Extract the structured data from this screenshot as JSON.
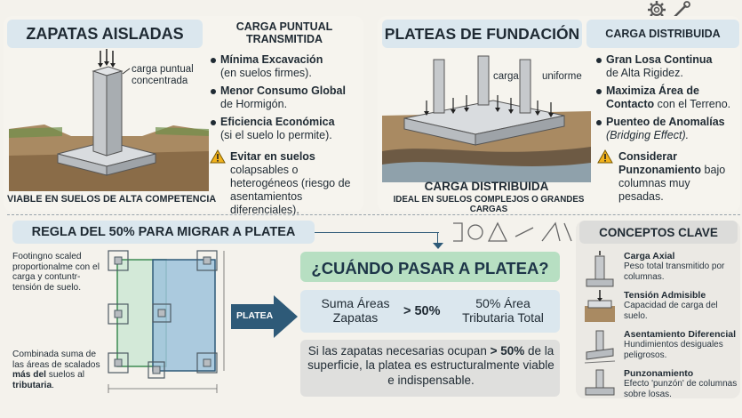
{
  "top_left": {
    "title": "ZAPATAS AISLADAS",
    "subtitle": "CARGA PUNTUAL TRANSMITIDA",
    "illustration_label_line1": "carga puntual",
    "illustration_label_line2": "concentrada",
    "bullets": [
      {
        "bold": "Mínima Excavación",
        "rest": "(en suelos firmes)."
      },
      {
        "bold": "Menor Consumo Global",
        "rest": "de Hormigón."
      },
      {
        "bold": "Eficiencia Económica",
        "rest": "(si el suelo lo permite)."
      }
    ],
    "warning_bold": "Evitar en suelos",
    "warning_rest": "colapsables o heterogéneos (riesgo de asentamientos diferenciales).",
    "footer": "VIABLE EN SUELOS DE ALTA COMPETENCIA"
  },
  "top_right": {
    "title": "PLATEAS DE FUNDACIÓN",
    "subtitle": "CARGA DISTRIBUIDA",
    "illustration_label_1": "carga",
    "illustration_label_2": "uniforme",
    "bullets": [
      {
        "bold": "Gran Losa Continua",
        "rest": "de Alta Rigidez."
      },
      {
        "bold": "Maximiza Área de Contacto",
        "rest": "con el Terreno."
      },
      {
        "bold": "Puenteo de Anomalías",
        "rest": "(Bridging Effect)."
      }
    ],
    "warning_bold": "Considerar Punzonamiento",
    "warning_rest": "bajo columnas muy pesadas.",
    "footer_title": "CARGA DISTRIBUIDA",
    "footer_sub": "IDEAL EN SUELOS COMPLEJOS O GRANDES CARGAS"
  },
  "bottom_left": {
    "title": "REGLA DEL 50% PARA MIGRAR A PLATEA",
    "note1": "Footingno scaled proportionalme con el carga y contuntr-tensión de suelo.",
    "note2_rest": "Combinada suma de las áreas de scalados",
    "note2_bold1": "más del",
    "note2_mid": "suelos al",
    "note2_bold2": "tributaria",
    "arrow_label": "PLATEA"
  },
  "middle": {
    "question": "¿CUÁNDO PASAR A PLATEA?",
    "formula_left_1": "Suma Áreas",
    "formula_left_2": "Zapatas",
    "formula_op": "> 50%",
    "formula_right_1": "50% Área",
    "formula_right_2": "Tributaria Total",
    "explanation_pre": "Si las zapatas necesarias ocupan",
    "explanation_bold": "> 50%",
    "explanation_post": "de la superficie, la platea es estructuralmente viable e indispensable."
  },
  "concepts": {
    "title": "CONCEPTOS CLAVE",
    "items": [
      {
        "title": "Carga Axial",
        "desc": "Peso total transmitido por columnas."
      },
      {
        "title": "Tensión Admisible",
        "desc": "Capacidad de carga del suelo."
      },
      {
        "title": "Asentamiento Diferencial",
        "desc": "Hundimientos desiguales peligrosos."
      },
      {
        "title": "Punzonamiento",
        "desc": "Efecto 'punzón' de columnas sobre losas."
      }
    ]
  },
  "colors": {
    "header_bg": "#dbe7ee",
    "green_bg": "#cfe8d6",
    "blue_zone": "#9dc3dc",
    "arrow": "#2e5a78"
  },
  "icons": [
    "settings-icon",
    "tools-icon",
    "warning-icon",
    "compass-icon"
  ]
}
